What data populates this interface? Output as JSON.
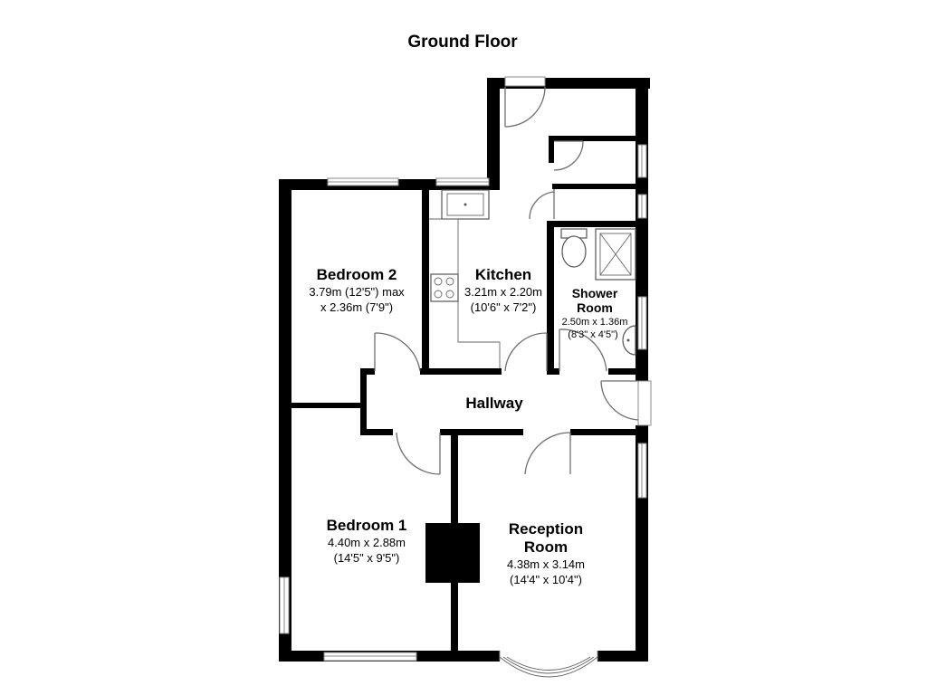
{
  "title": "Ground Floor",
  "rooms": {
    "bedroom2": {
      "name": "Bedroom 2",
      "dim1": "3.79m (12'5\") max",
      "dim2": "x 2.36m (7'9\")"
    },
    "kitchen": {
      "name": "Kitchen",
      "dim1": "3.21m x 2.20m",
      "dim2": "(10'6\" x 7'2\")"
    },
    "shower": {
      "name1": "Shower",
      "name2": "Room",
      "dim1": "2.50m x 1.36m",
      "dim2": "(8'3\" x 4'5\")"
    },
    "hallway": {
      "name": "Hallway"
    },
    "bedroom1": {
      "name": "Bedroom 1",
      "dim1": "4.40m x 2.88m",
      "dim2": "(14'5\" x 9'5\")"
    },
    "reception": {
      "name1": "Reception",
      "name2": "Room",
      "dim1": "4.38m x 3.14m",
      "dim2": "(14'4\" x 10'4\")"
    }
  },
  "colors": {
    "wall": "#000000",
    "background": "#ffffff",
    "door": "#6e6e6e"
  }
}
